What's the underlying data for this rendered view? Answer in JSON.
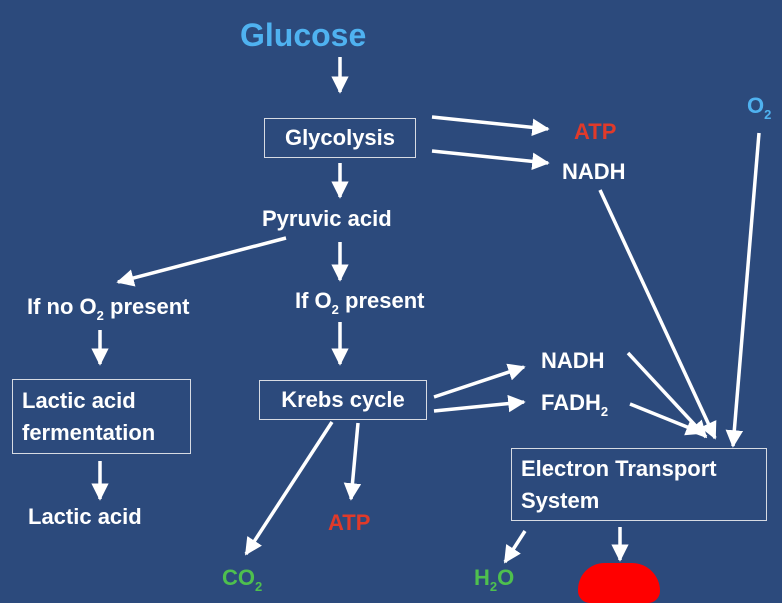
{
  "diagram": {
    "glucose": "Glucose",
    "glycolysis": "Glycolysis",
    "atp_top": "ATP",
    "nadh_top": "NADH",
    "o2_main": "O",
    "o2_main_sub": "2",
    "pyruvic_acid": "Pyruvic acid",
    "no_o2_pre": "If no O",
    "no_o2_sub": "2",
    "no_o2_post": " present",
    "o2_pre": "If O",
    "o2_sub": "2",
    "o2_post": " present",
    "lactic_fermentation_line1": "Lactic acid",
    "lactic_fermentation_line2": "fermentation",
    "lactic_acid": "Lactic acid",
    "krebs_cycle": "Krebs cycle",
    "nadh_mid": "NADH",
    "fadh_pre": "FADH",
    "fadh_sub": "2",
    "ets_line1": "Electron Transport",
    "ets_line2": "System",
    "atp_bottom": "ATP",
    "co2_pre": "CO",
    "co2_sub": "2",
    "h2o_h": "H",
    "h2o_sub": "2",
    "h2o_o": "O"
  },
  "colors": {
    "background": "#2c4a7c",
    "title": "#4fb2f0",
    "atp": "#e03a2a",
    "products": "#4ec04e",
    "text": "#ffffff",
    "redaction": "#ff0000"
  }
}
